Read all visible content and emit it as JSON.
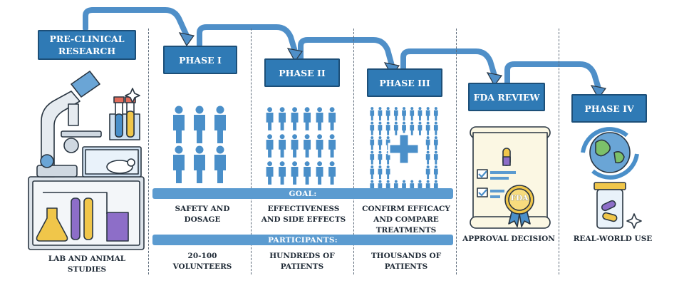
{
  "stages": [
    {
      "id": "preclinical",
      "title": "PRE-CLINICAL RESEARCH",
      "label": "LAB AND ANIMAL STUDIES"
    },
    {
      "id": "phase1",
      "title": "PHASE I",
      "goal": "SAFETY AND DOSAGE",
      "participants": "20-100 VOLUNTEERS"
    },
    {
      "id": "phase2",
      "title": "PHASE II",
      "goal": "EFFECTIVENESS AND SIDE EFFECTS",
      "participants": "HUNDREDS OF PATIENTS"
    },
    {
      "id": "phase3",
      "title": "PHASE III",
      "goal": "CONFIRM EFFICACY AND COMPARE TREATMENTS",
      "participants": "THOUSANDS OF PATIENTS"
    },
    {
      "id": "fda",
      "title": "FDA REVIEW",
      "label": "APPROVAL DECISION",
      "badge": "FDA"
    },
    {
      "id": "phase4",
      "title": "PHASE IV",
      "label": "REAL-WORLD USE"
    }
  ],
  "bands": {
    "goal": "GOAL:",
    "participants": "PARTICIPANTS:"
  },
  "colors": {
    "box": "#2f7ab5",
    "band": "#5b9bd0",
    "arrow": "#4f8fc8",
    "icon": "#4a8fc9",
    "outline": "#2a3642",
    "cream": "#fbf7e3"
  }
}
